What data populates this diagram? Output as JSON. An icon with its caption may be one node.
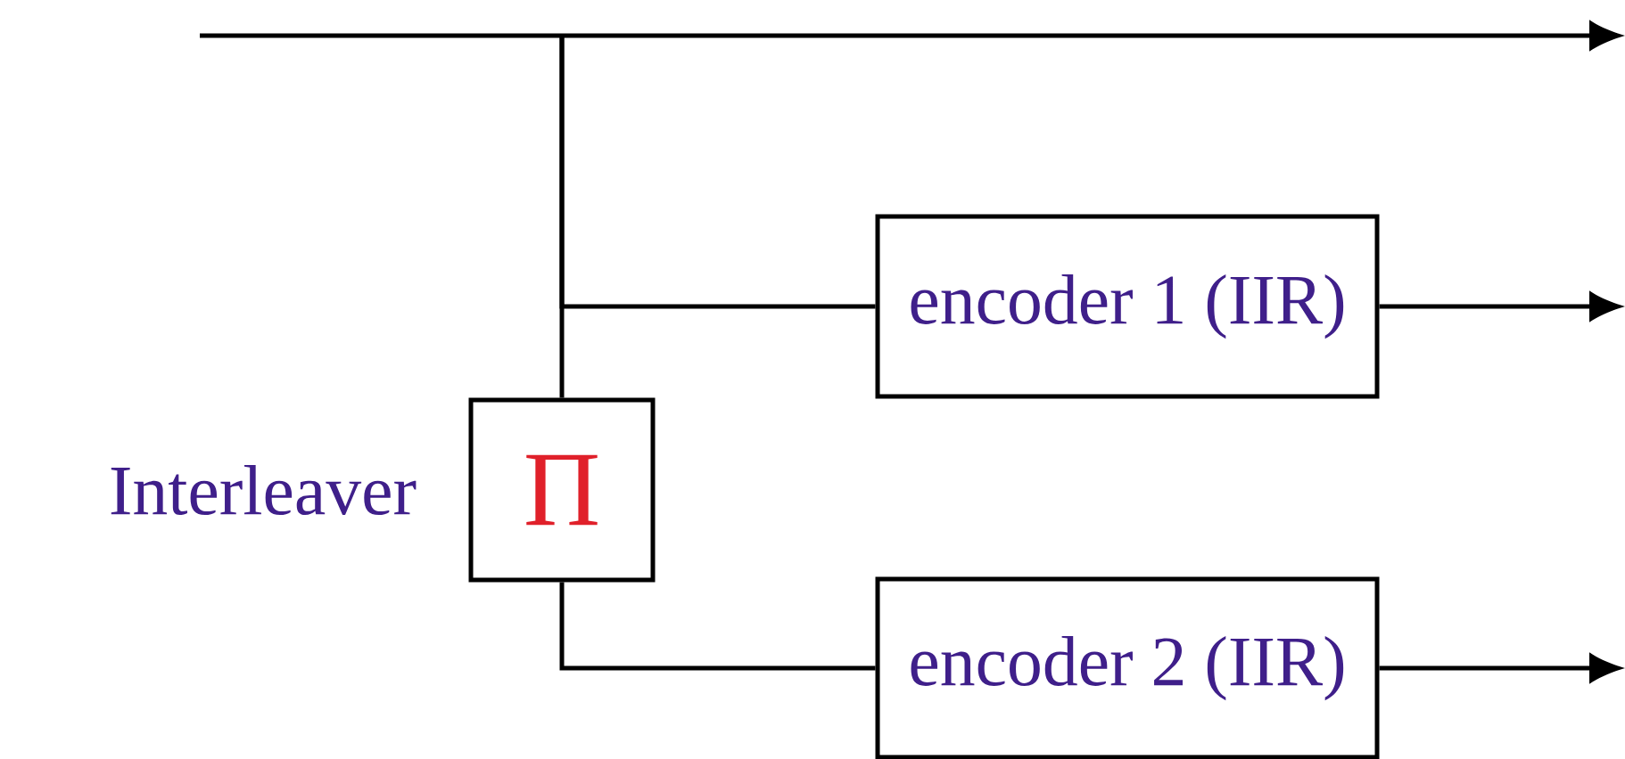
{
  "diagram": {
    "nodes": [
      {
        "text": [
          "Π"
        ],
        "beside": [
          "Interleaver"
        ]
      },
      {
        "text": [
          "encoder 1 (IIR)"
        ]
      },
      {
        "text": [
          "encoder 2 (IIR)"
        ]
      }
    ],
    "edges": [
      {
        "from": null,
        "to": 1,
        "arrow": "none"
      },
      {
        "from": null,
        "to": 0,
        "arrow": "none"
      },
      {
        "from": 0,
        "to": 2,
        "arrow": "none"
      },
      {
        "from": 1,
        "to": null,
        "arrow": "to"
      },
      {
        "from": 2,
        "to": null,
        "arrow": "to"
      }
    ]
  }
}
